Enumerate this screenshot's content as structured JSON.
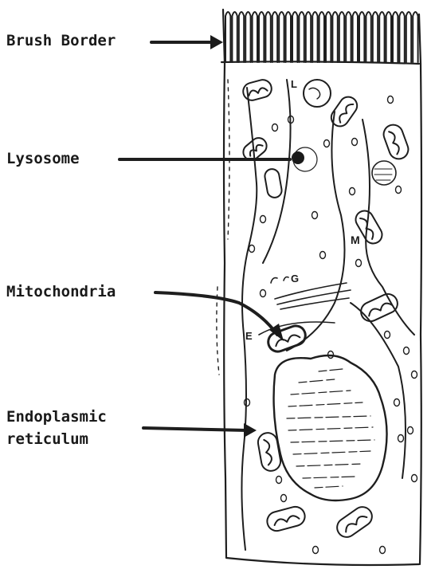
{
  "labels": {
    "brush_border": "Brush Border",
    "lysosome": "Lysosome",
    "mitochondria": "Mitochondria",
    "er_line1": "Endoplasmic",
    "er_line2": "reticulum"
  },
  "cell_letters": {
    "L": "L",
    "M": "M",
    "G": "G",
    "E": "E"
  }
}
